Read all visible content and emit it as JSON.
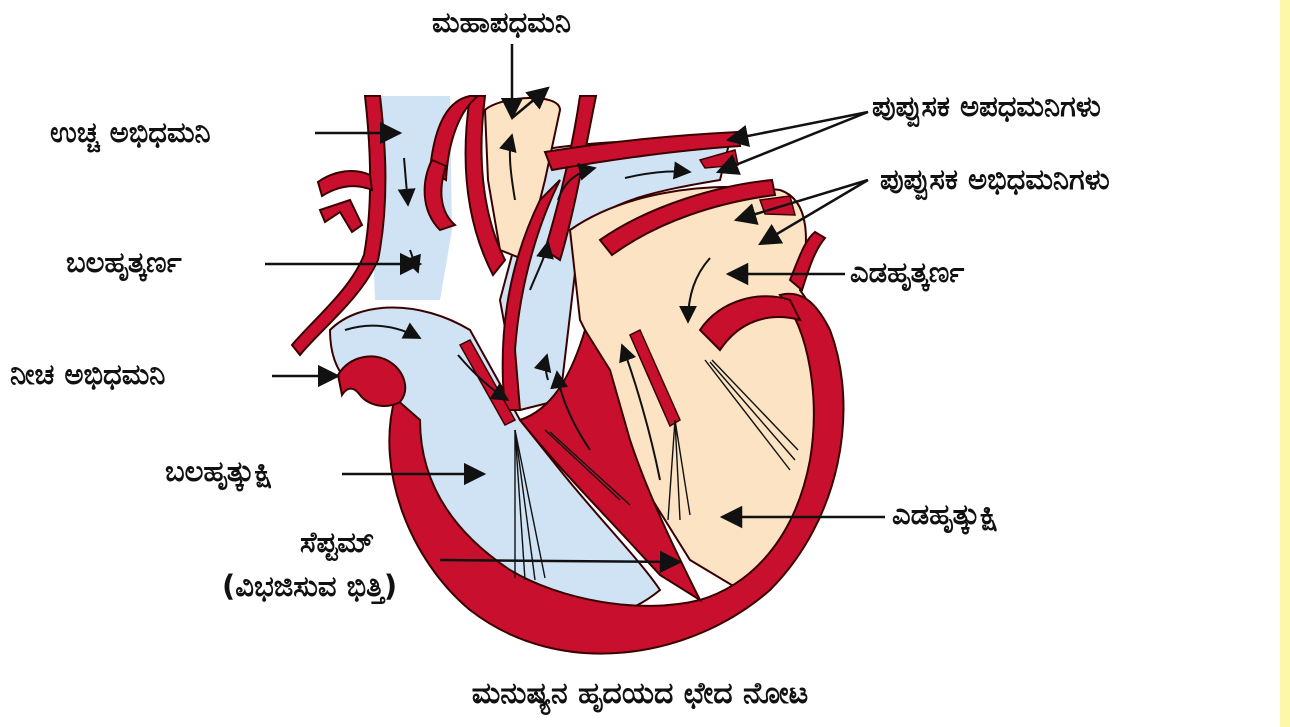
{
  "labels": {
    "aorta": "ಮಹಾಪಧಮನಿ",
    "superior_vena_cava": "ಉಚ್ಚ ಅಭಿಧಮನಿ",
    "pulmonary_arteries": "ಪುಪ್ಪುಸಕ ಅಪಧಮನಿಗಳು",
    "pulmonary_veins": "ಪುಪ್ಪುಸಕ ಅಭಿಧಮನಿಗಳು",
    "right_atrium": "ಬಲಹೃತ್ಕರ್ಣ",
    "left_atrium": "ಎಡಹೃತ್ಕರ್ಣ",
    "inferior_vena_cava": "ನೀಚ ಅಭಿಧಮನಿ",
    "right_ventricle": "ಬಲಹೃತ್ಕುಕ್ಷಿ",
    "left_ventricle": "ಎಡಹೃತ್ಕುಕ್ಷಿ",
    "septum": "ಸೆಪ್ಟಮ್",
    "septum_note": "(ವಿಭಜಿಸುವ ಭಿತ್ತಿ)"
  },
  "caption": "ಮನುಷ್ಯನ ಹೃದಯದ ಛೇದ ನೋಟ",
  "colors": {
    "muscle": "#c8102e",
    "outline": "#3a0000",
    "deoxygenated_fill": "#cfe3f5",
    "oxygenated_fill": "#fbe3c4",
    "border": "#fdf7a8"
  }
}
